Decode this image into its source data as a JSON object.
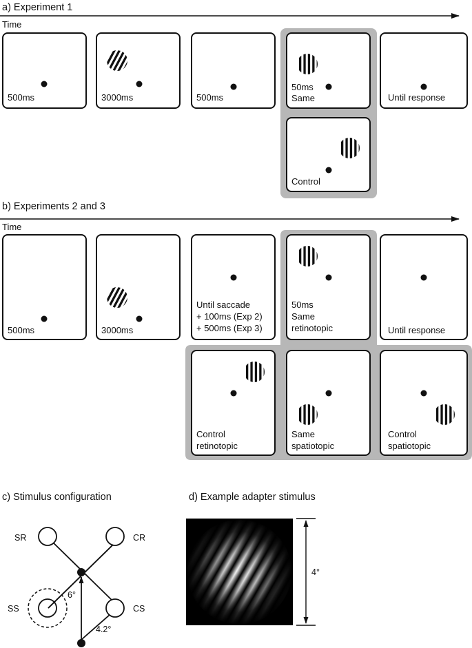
{
  "panel_a": {
    "title": "a) Experiment 1",
    "time_label": "Time",
    "frames": [
      {
        "label": [
          "500ms"
        ]
      },
      {
        "label": [
          "3000ms"
        ]
      },
      {
        "label": [
          "500ms"
        ]
      },
      {
        "label": [
          "50ms",
          "Same"
        ]
      },
      {
        "label": [
          "Until response"
        ]
      },
      {
        "label": [
          "Control"
        ]
      }
    ]
  },
  "panel_b": {
    "title": "b) Experiments 2 and 3",
    "time_label": "Time",
    "frames": [
      {
        "label": [
          "500ms"
        ]
      },
      {
        "label": [
          "3000ms"
        ]
      },
      {
        "label": [
          "Until saccade",
          "+ 100ms (Exp 2)",
          "+ 500ms (Exp 3)"
        ]
      },
      {
        "label": [
          "50ms",
          "Same",
          "retinotopic"
        ]
      },
      {
        "label": [
          "Until response"
        ]
      },
      {
        "label": [
          "Control",
          "retinotopic"
        ]
      },
      {
        "label": [
          "Same",
          "spatiotopic"
        ]
      },
      {
        "label": [
          "Control",
          "spatiotopic"
        ]
      }
    ]
  },
  "panel_c": {
    "title": "c) Stimulus configuration",
    "labels": {
      "sr": "SR",
      "cr": "CR",
      "ss": "SS",
      "cs": "CS"
    },
    "dist_vertical": "6°",
    "dist_diagonal": "4.2°"
  },
  "panel_d": {
    "title": "d) Example adapter stimulus",
    "size_label": "4°"
  },
  "colors": {
    "highlight": "#b7b7b7",
    "ink": "#111111"
  }
}
